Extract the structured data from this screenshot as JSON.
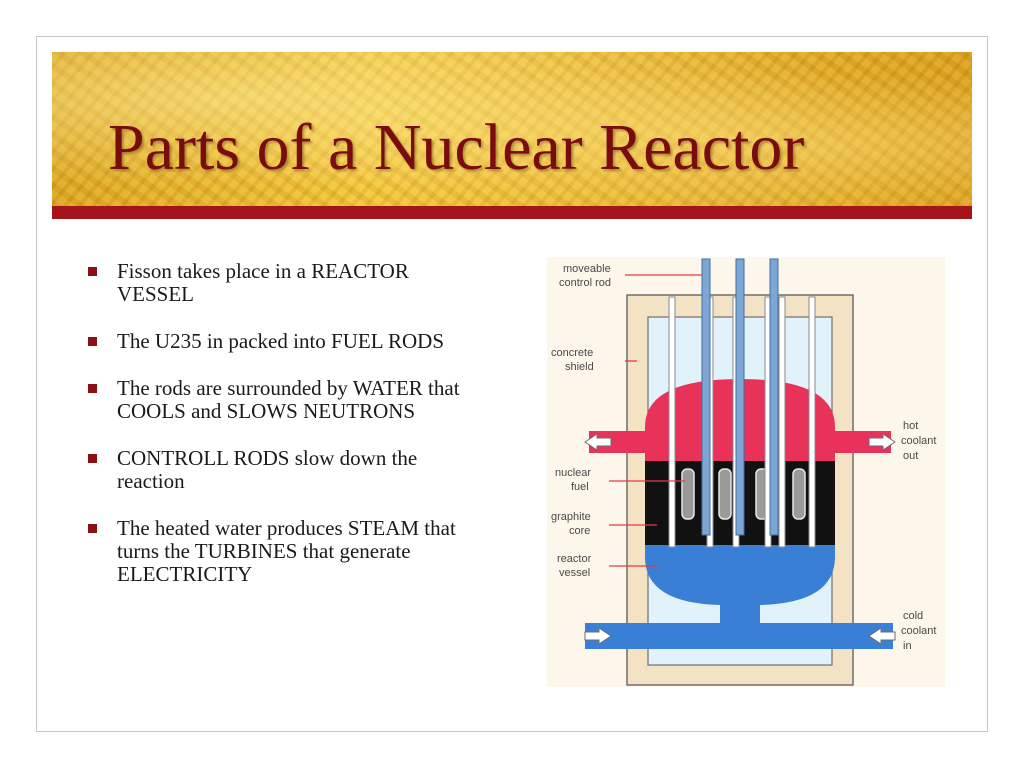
{
  "slide": {
    "title": "Parts of a Nuclear Reactor",
    "bullets": [
      "Fisson takes place in a REACTOR VESSEL",
      "The U235 in packed into FUEL RODS",
      "The rods are surrounded by WATER that COOLS and SLOWS NEUTRONS",
      "CONTROLL RODS slow down the reaction",
      "The heated water produces STEAM that turns the TURBINES that generate ELECTRICITY"
    ]
  },
  "diagram": {
    "labels": {
      "control_rod_line1": "moveable",
      "control_rod_line2": "control rod",
      "shield_line1": "concrete",
      "shield_line2": "shield",
      "fuel_line1": "nuclear",
      "fuel_line2": "fuel",
      "core_line1": "graphite",
      "core_line2": "core",
      "vessel_line1": "reactor",
      "vessel_line2": "vessel",
      "hot_line1": "hot",
      "hot_line2": "coolant",
      "hot_line3": "out",
      "cold_line1": "cold",
      "cold_line2": "coolant",
      "cold_line3": "in"
    },
    "colors": {
      "shield": "#f3e2c4",
      "water": "#e2f2fb",
      "hot_coolant": "#e8325a",
      "cold_coolant": "#3a7fd6",
      "core": "#111111",
      "rod": "#7ea6d4",
      "leader_line": "#e23b4a"
    }
  }
}
